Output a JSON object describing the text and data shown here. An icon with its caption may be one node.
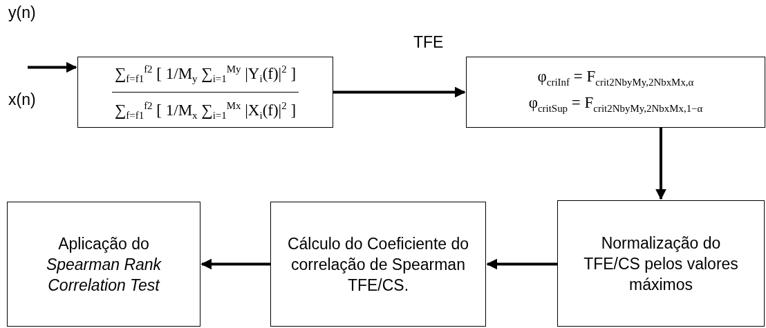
{
  "diagram": {
    "nodes": [
      {
        "text": [
          "∑$_{f=f1}$$^{f2}$ [ 1/M$_{y}$ ∑$_{i=1}$$^{My}$ |Y$_{i}$(f)|$^{2}$ ]",
          "∑$_{f=f1}$$^{f2}$ [ 1/M$_{x}$ ∑$_{i=1}$$^{Mx}$ |X$_{i}$(f)|$^{2}$ ]"
        ]
      },
      {
        "text": [
          "φ$_{criInf}$ = F$_{crit2NbyMy,2NbxMx,α}$",
          "φ$_{critSup}$ = F$_{crit2NbyMy,2NbxMx,1−α}$"
        ]
      },
      {
        "text": [
          "Normalização do TFE/CS pelos valores máximos"
        ]
      },
      {
        "text": [
          "Cálculo do Coeficiente do correlação de Spearman TFE/CS."
        ]
      },
      {
        "text": [
          "Aplicação do *Spearman Rank Correlation Test*"
        ]
      }
    ],
    "edges": [
      {
        "from": null,
        "to": 0,
        "arrow": "to"
      },
      {
        "from": 0,
        "to": 1,
        "arrow": "to",
        "label": "TFE"
      },
      {
        "from": 1,
        "to": 2,
        "arrow": "to"
      },
      {
        "from": 2,
        "to": 3,
        "arrow": "to"
      },
      {
        "from": 3,
        "to": 4,
        "arrow": "to"
      }
    ],
    "labels": [
      "y(n)",
      "x(n)"
    ]
  }
}
